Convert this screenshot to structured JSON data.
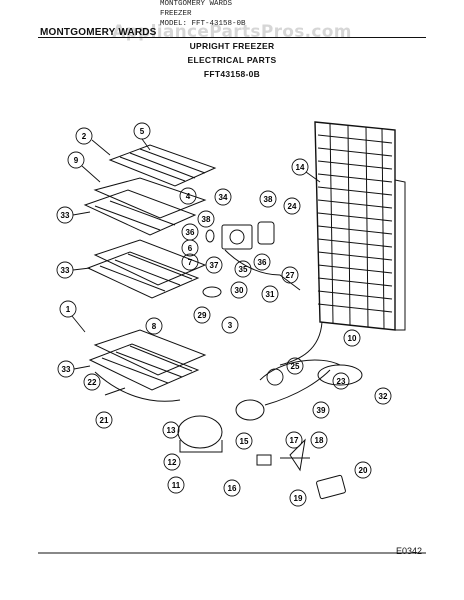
{
  "header": {
    "brand": "MONTGOMERY WARDS",
    "stamp_lines": [
      "MONTGOMERY WARDS",
      "FREEZER",
      "MODEL: FFT-43158-0B"
    ],
    "title_lines": [
      "UPRIGHT FREEZER",
      "ELECTRICAL PARTS",
      "FFT43158-0B"
    ],
    "watermark": "AppliancePartsPros.com"
  },
  "diagram_code": "E0342",
  "callouts": [
    "1",
    "2",
    "3",
    "4",
    "5",
    "6",
    "7",
    "8",
    "9",
    "10",
    "11",
    "12",
    "13",
    "14",
    "15",
    "16",
    "17",
    "18",
    "19",
    "20",
    "21",
    "22",
    "23",
    "24",
    "25",
    "27",
    "29",
    "30",
    "31",
    "32",
    "33",
    "33",
    "33",
    "34",
    "35",
    "36",
    "36",
    "37",
    "38",
    "38",
    "39"
  ]
}
